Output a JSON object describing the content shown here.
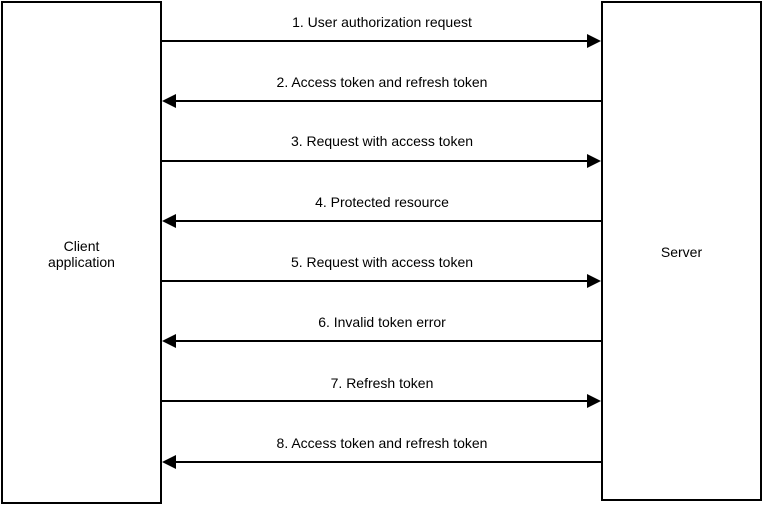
{
  "client": {
    "label": "Client\napplication"
  },
  "server": {
    "label": "Server"
  },
  "messages": [
    {
      "label": "1. User authorization request",
      "direction": "to-server"
    },
    {
      "label": "2. Access token and refresh token",
      "direction": "to-client"
    },
    {
      "label": "3. Request with access token",
      "direction": "to-server"
    },
    {
      "label": "4. Protected resource",
      "direction": "to-client"
    },
    {
      "label": "5. Request with access token",
      "direction": "to-server"
    },
    {
      "label": "6. Invalid token error",
      "direction": "to-client"
    },
    {
      "label": "7. Refresh token",
      "direction": "to-server"
    },
    {
      "label": "8. Access token and refresh token",
      "direction": "to-client"
    }
  ]
}
